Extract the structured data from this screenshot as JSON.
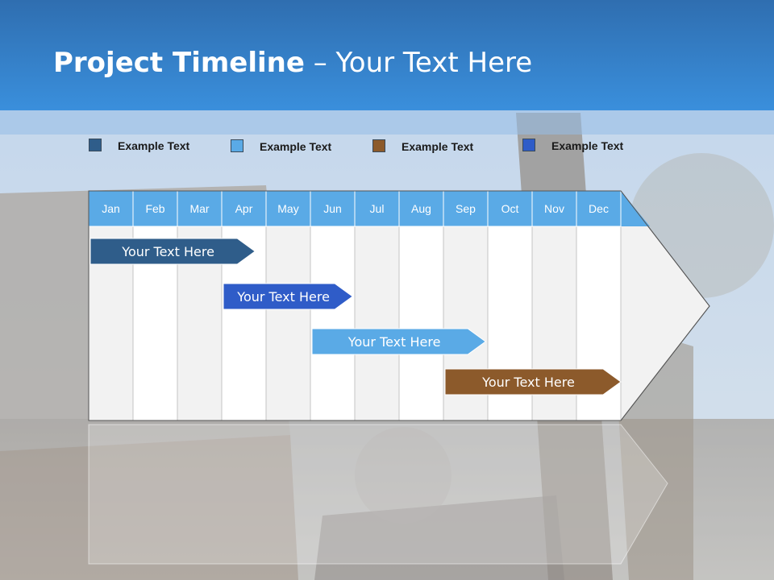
{
  "slide": {
    "title_bold": "Project Timeline",
    "title_rest": " – Your Text Here"
  },
  "legend": [
    {
      "label": "Example Text",
      "color": "#2f5d8a"
    },
    {
      "label": "Example Text",
      "color": "#5aaae6"
    },
    {
      "label": "Example Text",
      "color": "#8c5a2b"
    },
    {
      "label": "Example Text",
      "color": "#2f5cc8"
    }
  ],
  "timeline": {
    "months": [
      "Jan",
      "Feb",
      "Mar",
      "Apr",
      "May",
      "Jun",
      "Jul",
      "Aug",
      "Sep",
      "Oct",
      "Nov",
      "Dec"
    ],
    "header_color": "#5aaae6",
    "tasks": [
      {
        "label": "Your  Text Here",
        "start": 0,
        "end": 3.75,
        "color": "#2f5d8a"
      },
      {
        "label": "Your  Text Here",
        "start": 3,
        "end": 5.95,
        "color": "#2f5cc8"
      },
      {
        "label": "Your  Text Here",
        "start": 5,
        "end": 8.95,
        "color": "#5aaae6"
      },
      {
        "label": "Your  Text Here",
        "start": 8,
        "end": 12,
        "color": "#8c5a2b"
      }
    ]
  }
}
